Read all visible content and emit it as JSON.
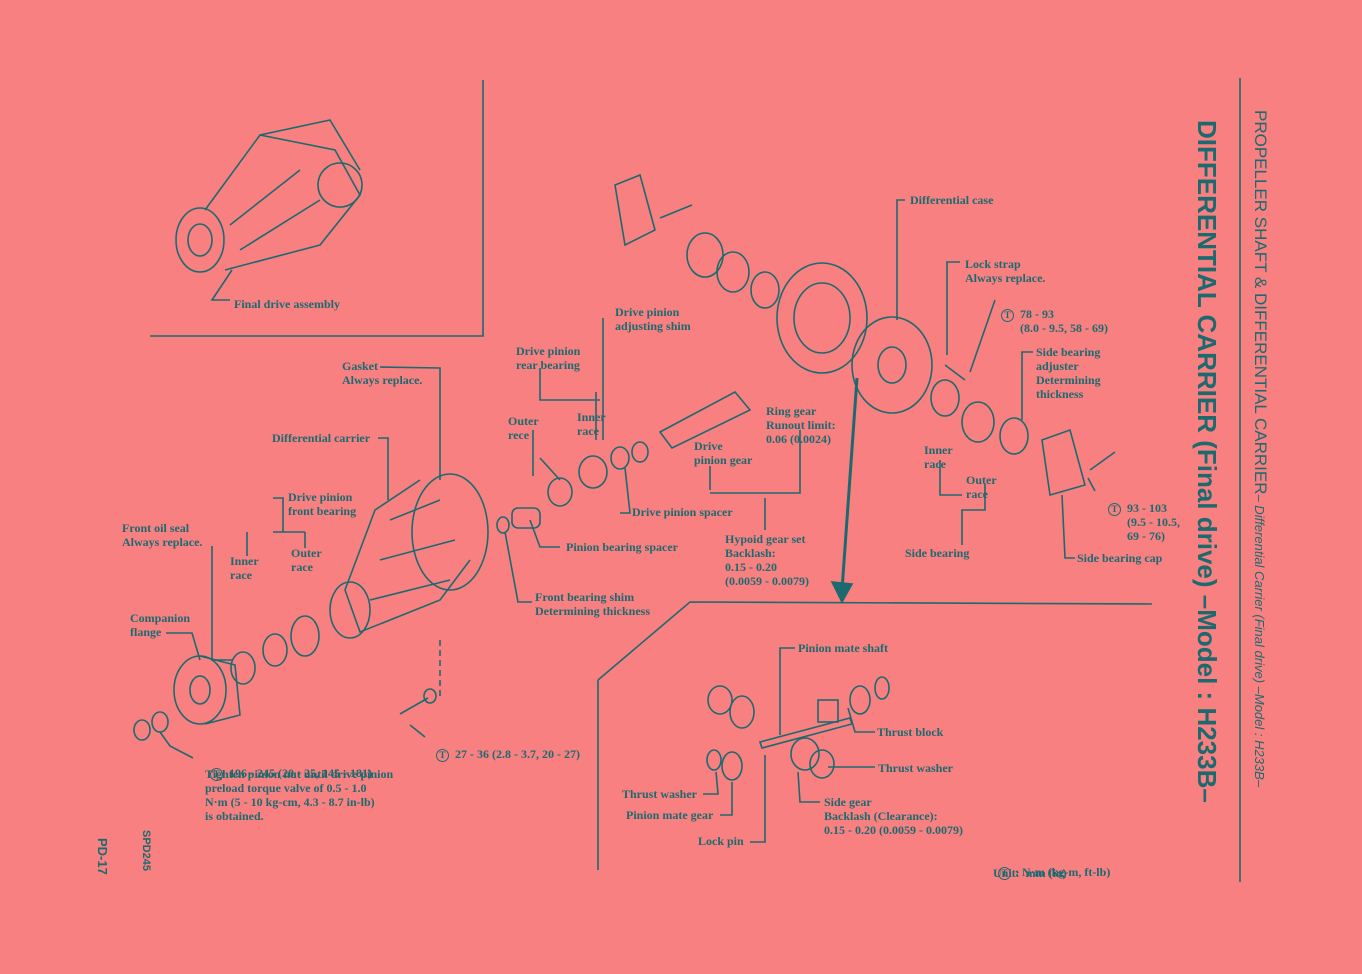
{
  "header": {
    "section": "PROPELLER SHAFT & DIFFERENTIAL CARRIER",
    "section_sub": "– Differential Carrier (Final drive) –Model : H233B–",
    "title": "DIFFERENTIAL CARRIER (Final drive) –Model : H233B–"
  },
  "labels": {
    "final_drive_assembly": "Final drive assembly",
    "gasket": "Gasket\nAlways replace.",
    "differential_carrier": "Differential carrier",
    "drive_pinion_front_bearing": "Drive pinion\nfront bearing",
    "front_inner_race": "Inner\nrace",
    "front_outer_race": "Outer\nrace",
    "front_oil_seal": "Front oil seal\nAlways replace.",
    "companion_flange": "Companion\nflange",
    "drive_pinion_rear_bearing": "Drive pinion\nrear bearing",
    "rear_outer_race": "Outer\nrece",
    "rear_inner_race": "Inner\nrace",
    "drive_pinion_adjusting_shim": "Drive pinion\nadjusting shim",
    "ring_gear": "Ring gear\nRunout limit:\n0.06 (0.0024)",
    "drive_pinion_gear": "Drive\npinion gear",
    "drive_pinion_spacer": "Drive pinion spacer",
    "pinion_bearing_spacer": "Pinion bearing spacer",
    "front_bearing_shim": "Front bearing shim\nDetermining thickness",
    "hypoid_gear_set": "Hypoid gear set\nBacklash:\n0.15 - 0.20\n(0.0059 - 0.0079)",
    "differential_case": "Differential case",
    "lock_strap": "Lock strap\nAlways replace.",
    "torque_78": "78 - 93\n(8.0 - 9.5, 58 - 69)",
    "side_bearing_adjuster": "Side bearing\nadjuster\nDetermining\nthickness",
    "side_inner_race": "Inner\nrace",
    "side_outer_race": "Outer\nrace",
    "side_bearing": "Side bearing",
    "torque_93": "93 - 103\n(9.5 - 10.5,\n69 - 76)",
    "side_bearing_cap": "Side bearing cap",
    "torque_196": "196 - 245 (20 - 25, 145 - 181)",
    "tighten_note": "Tighten pinion nut until drive pinion\npreload torque valve of 0.5 - 1.0\nN·m (5 - 10 kg-cm, 4.3 - 8.7 in-lb)\nis obtained.",
    "torque_27": "27 - 36 (2.8 - 3.7, 20 - 27)",
    "pinion_mate_shaft": "Pinion mate shaft",
    "thrust_block": "Thrust block",
    "thrust_washer_right": "Thrust washer",
    "thrust_washer_left": "Thrust washer",
    "pinion_mate_gear": "Pinion mate gear",
    "side_gear": "Side gear\nBacklash (Clearance):\n0.15 - 0.20 (0.0059 - 0.0079)",
    "lock_pin": "Lock pin",
    "legend_torque": ": N·m (kg-m, ft-lb)",
    "legend_unit": "Unit:  mm (in)"
  },
  "page": {
    "page_number": "PD-17",
    "figure_code": "SPD245"
  },
  "icons": {
    "torque": "T"
  },
  "colors": {
    "background": "#f98080",
    "ink": "#1c6a70"
  }
}
